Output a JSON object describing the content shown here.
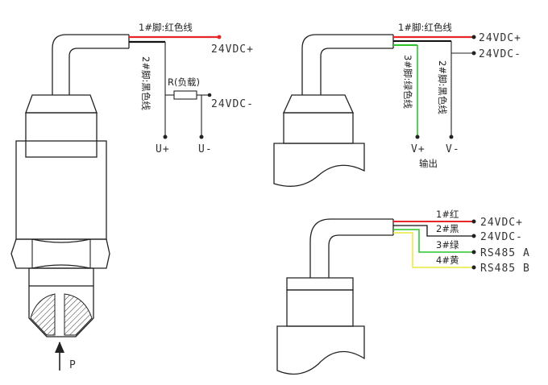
{
  "diagram1": {
    "pin1_label": "1#脚:红色线",
    "pin2_label": "2#脚:黑色线",
    "load_label": "R(负载)",
    "supply_pos": "24VDC+",
    "supply_neg": "24VDC-",
    "out_pos": "U+",
    "out_neg": "U-",
    "pressure_label": "P"
  },
  "diagram2": {
    "pin1_label": "1#脚:红色线",
    "pin2_label": "2#脚:黑色线",
    "pin3_label": "3#脚:绿色线",
    "supply_pos": "24VDC+",
    "supply_neg": "24VDC-",
    "out_pos": "V+",
    "out_neg": "V-",
    "output_label": "输出"
  },
  "diagram3": {
    "pin1_label": "1#红",
    "pin2_label": "2#黑",
    "pin3_label": "3#绿",
    "pin4_label": "4#黄",
    "supply_pos": "24VDC+",
    "supply_neg": "24VDC-",
    "rs485_a": "RS485 A",
    "rs485_b": "RS485 B"
  },
  "colors": {
    "red": "#e8262a",
    "black": "#111111",
    "green": "#28c628",
    "yellow": "#e8e83a"
  }
}
